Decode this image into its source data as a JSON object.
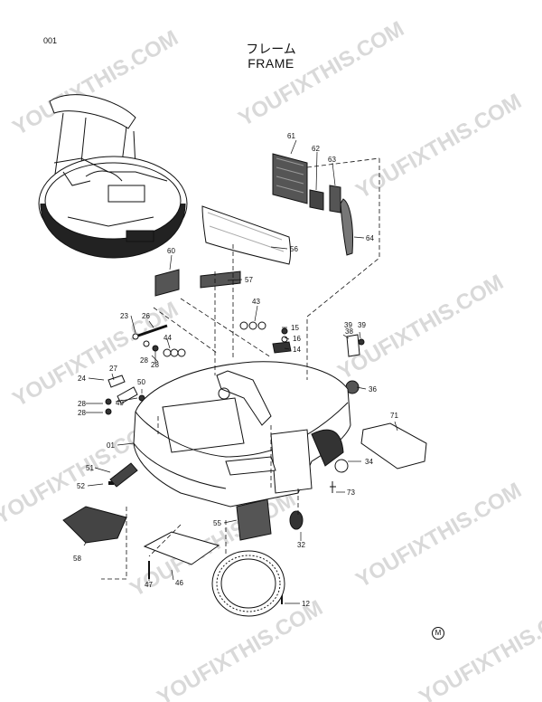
{
  "page": {
    "number": "001",
    "title_jp": "フレーム",
    "title_en": "FRAME",
    "symbol": "M"
  },
  "watermark": "YOUFIXTHIS.COM",
  "callouts": {
    "c01": "01",
    "c12": "12",
    "c14": "14",
    "c15": "15",
    "c16": "16",
    "c23": "23",
    "c24": "24",
    "c26": "26",
    "c27": "27",
    "c28a": "28",
    "c28b": "28",
    "c28c": "28",
    "c28d": "28",
    "c32": "32",
    "c34": "34",
    "c36": "36",
    "c38": "38",
    "c39": "39",
    "c43": "43",
    "c44": "44",
    "c46": "46",
    "c47": "47",
    "c49": "49",
    "c50": "50",
    "c51": "51",
    "c52": "52",
    "c55": "55",
    "c56": "56",
    "c57": "57",
    "c58": "58",
    "c60": "60",
    "c61": "61",
    "c62": "62",
    "c63": "63",
    "c64": "64",
    "c71": "71",
    "c73": "73"
  }
}
